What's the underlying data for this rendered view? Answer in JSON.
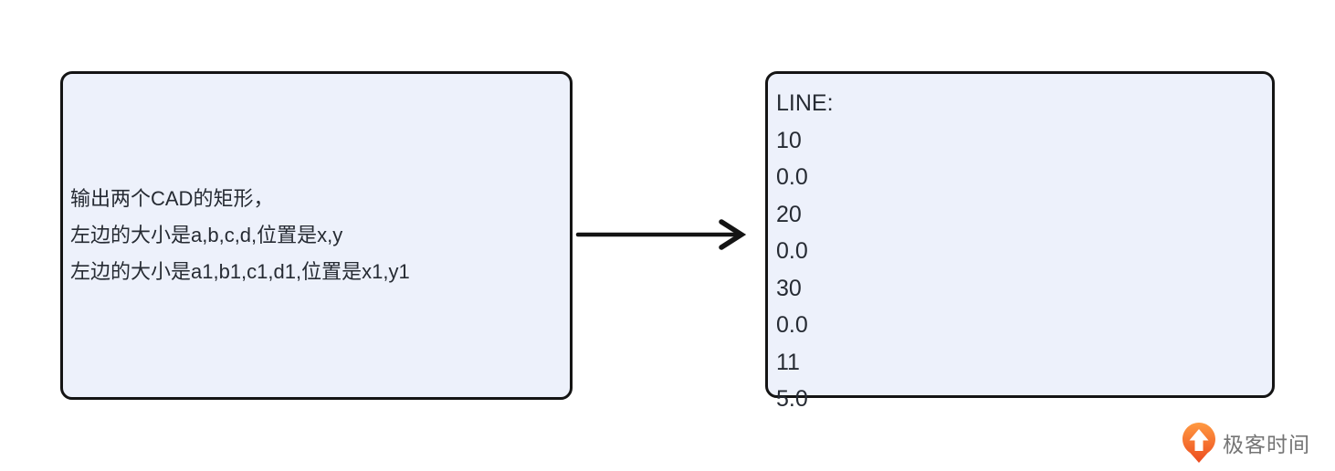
{
  "colors": {
    "box_fill": "#edf1fb",
    "box_border": "#141414",
    "text": "#262b33",
    "arrow": "#141414",
    "logo_text": "#757575",
    "logo_orange_light": "#ff9a42",
    "logo_orange_dark": "#ec4b1f"
  },
  "diagram": {
    "prompt_box": {
      "lines": [
        "输出两个CAD的矩形，",
        "左边的大小是a,b,c,d,位置是x,y",
        "左边的大小是a1,b1,c1,d1,位置是x1,y1"
      ]
    },
    "arrow_icon": "right-arrow-icon",
    "output_box": {
      "title": "LINE:",
      "values": [
        "10",
        "0.0",
        "20",
        "0.0",
        "30",
        "0.0",
        "11",
        "5.0"
      ]
    }
  },
  "branding": {
    "logo_icon": "geektime-pin-up-arrow-icon",
    "logo_text": "极客时间"
  }
}
